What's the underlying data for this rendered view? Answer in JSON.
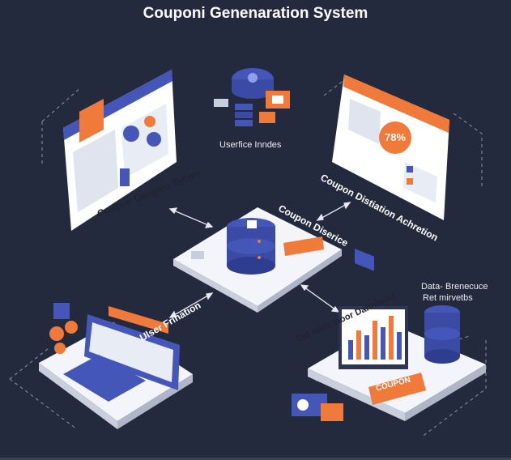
{
  "diagram": {
    "title": "Couponi Genenaration System",
    "labels": {
      "top_center": "Userfice Inndes",
      "top_left": "Coupon Cengion Sytem",
      "top_right": "Coupon Distiation Achretion",
      "center": "Coupon Diserice",
      "bottom_left": "Ulser Frination",
      "bottom_right_line1": "Data- Brenecuce",
      "bottom_right_line2": "Ret mirvetbs",
      "bottom_right_panel": "Dal mats Inoor Dahnbetst"
    },
    "badges": {
      "percent": "78%",
      "coupon": "COUPON"
    },
    "colors": {
      "background": "#232a3d",
      "panel": "#f3f5fa",
      "blue": "#4456b8",
      "orange": "#f07a3a"
    }
  }
}
